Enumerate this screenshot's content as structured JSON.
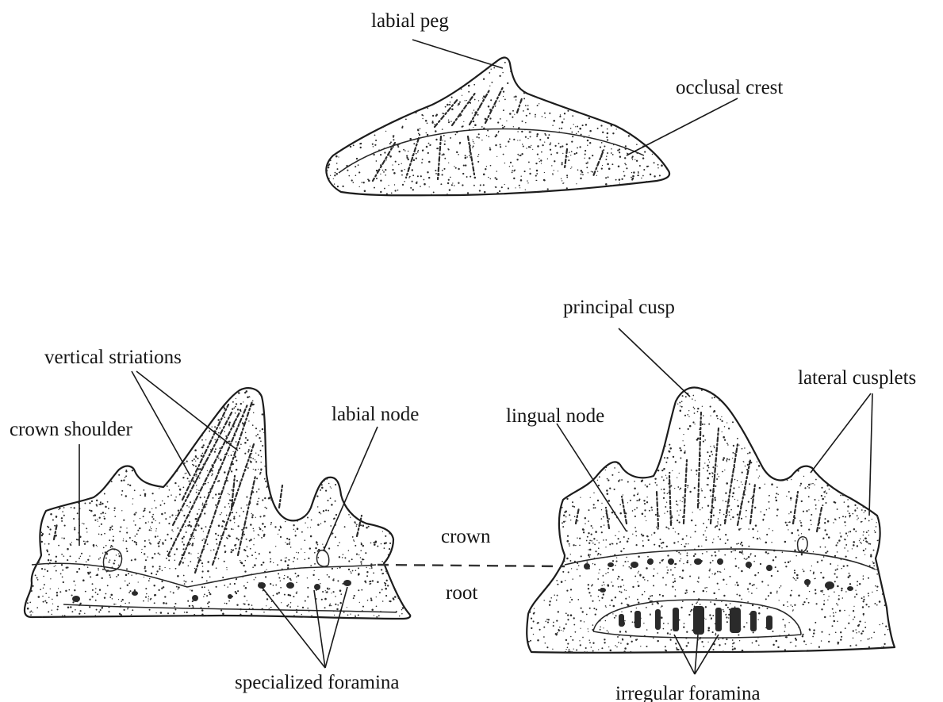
{
  "labels": {
    "labial_peg": "labial peg",
    "occlusal_crest": "occlusal crest",
    "principal_cusp": "principal cusp",
    "vertical_striations": "vertical striations",
    "lateral_cusplets": "lateral cusplets",
    "crown_shoulder": "crown shoulder",
    "labial_node": "labial node",
    "lingual_node": "lingual node",
    "crown": "crown",
    "root": "root",
    "specialized_foramina": "specialized foramina",
    "irregular_foramina": "irregular foramina"
  },
  "colors": {
    "ink": "#1c1c1c",
    "paper": "#ffffff"
  }
}
